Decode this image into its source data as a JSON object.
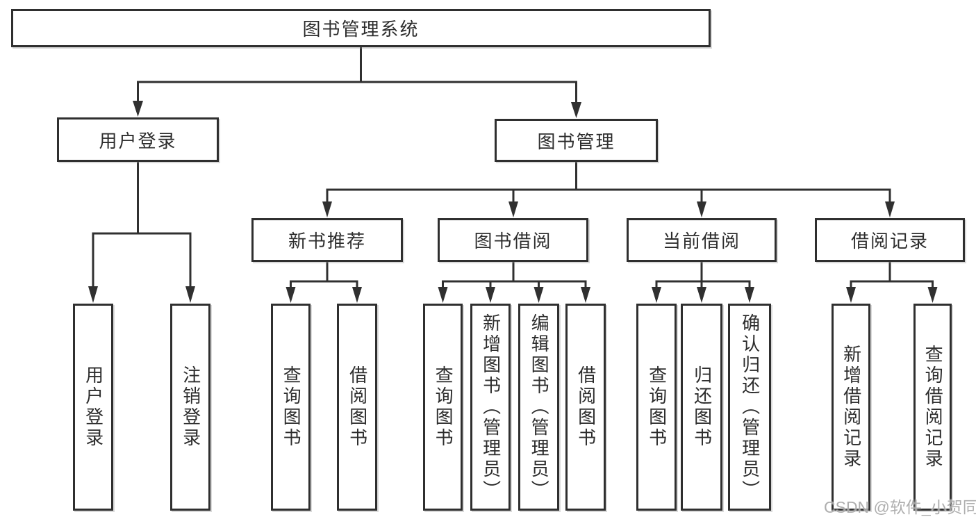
{
  "diagram_title": "图书管理系统",
  "watermark": "CSDN @软件_小贺同学",
  "colors": {
    "line": "#303030",
    "box_border": "#2f2f2f",
    "box_bg": "#ffffff",
    "text": "#2d2d2d",
    "watermark": "#aaaaaa"
  },
  "tree": {
    "root": {
      "label": "图书管理系统",
      "children": [
        {
          "label": "用户登录",
          "children": [
            {
              "label": "用户登录"
            },
            {
              "label": "注销登录"
            }
          ]
        },
        {
          "label": "图书管理",
          "children": [
            {
              "label": "新书推荐",
              "children": [
                {
                  "label": "查询图书"
                },
                {
                  "label": "借阅图书"
                }
              ]
            },
            {
              "label": "图书借阅",
              "children": [
                {
                  "label": "查询图书"
                },
                {
                  "label": "新增图书（管理员）"
                },
                {
                  "label": "编辑图书（管理员）"
                },
                {
                  "label": "借阅图书"
                }
              ]
            },
            {
              "label": "当前借阅",
              "children": [
                {
                  "label": "查询图书"
                },
                {
                  "label": "归还图书"
                },
                {
                  "label": "确认归还（管理员）"
                }
              ]
            },
            {
              "label": "借阅记录",
              "children": [
                {
                  "label": "新增借阅记录"
                },
                {
                  "label": "查询借阅记录"
                }
              ]
            }
          ]
        }
      ]
    }
  }
}
